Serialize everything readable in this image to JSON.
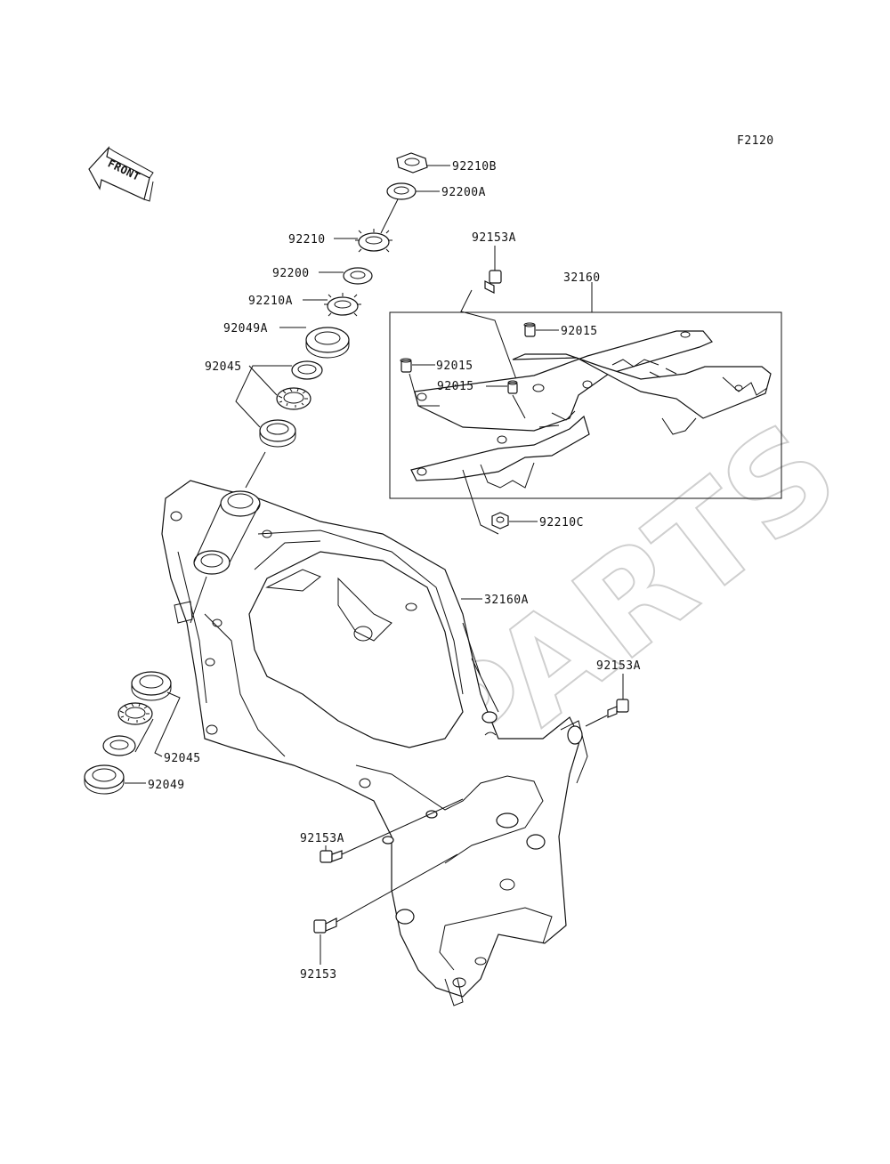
{
  "figure_code": "F2120",
  "front_label": "FRONT",
  "watermark": "XPARTS",
  "labels": {
    "p92210B": "92210B",
    "p92200A": "92200A",
    "p92210": "92210",
    "p92200": "92200",
    "p92210A": "92210A",
    "p92049A": "92049A",
    "p92045_top": "92045",
    "p92153A_top": "92153A",
    "p32160": "32160",
    "p92015_a": "92015",
    "p92015_b": "92015",
    "p92015_c": "92015",
    "p92210C": "92210C",
    "p32160A": "32160A",
    "p92153A_right": "92153A",
    "p92045_bottom": "92045",
    "p92049": "92049",
    "p92153A_left": "92153A",
    "p92153": "92153"
  }
}
